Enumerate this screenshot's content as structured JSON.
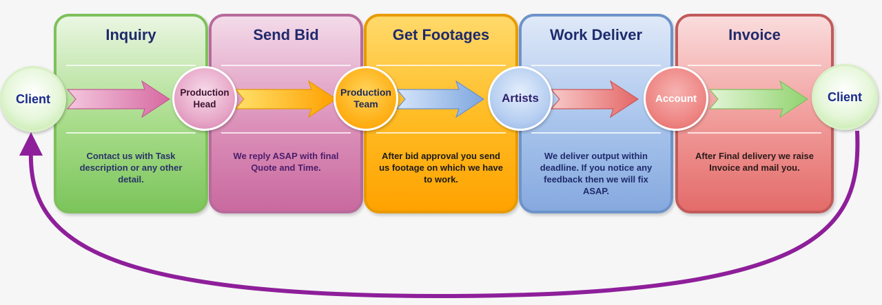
{
  "stages": [
    {
      "title": "Inquiry",
      "description": "Contact us  with Task description or any other detail."
    },
    {
      "title": "Send Bid",
      "description": "We  reply  ASAP  with final  Quote  and  Time."
    },
    {
      "title": "Get Footages",
      "description": "After bid  approval  you send  us  footage on which  we  have to work."
    },
    {
      "title": "Work Deliver",
      "description": "We deliver output   within deadline. If you notice any  feedback  then  we will  fix ASAP."
    },
    {
      "title": "Invoice",
      "description": "After Final delivery we raise  Invoice  and  mail you."
    }
  ],
  "nodes": {
    "client_start": "Client",
    "production_head": "Production Head",
    "production_team": "Production Team",
    "artists": "Artists",
    "account": "Account",
    "client_end": "Client"
  },
  "colors": {
    "inquiry": "#8ed06e",
    "send_bid": "#d77fae",
    "get_footages": "#ffb300",
    "work_deliver": "#93b5e6",
    "invoice": "#ec7b7b",
    "loop_arrow": "#8e1f9a",
    "title_text": "#1f2a6b"
  }
}
